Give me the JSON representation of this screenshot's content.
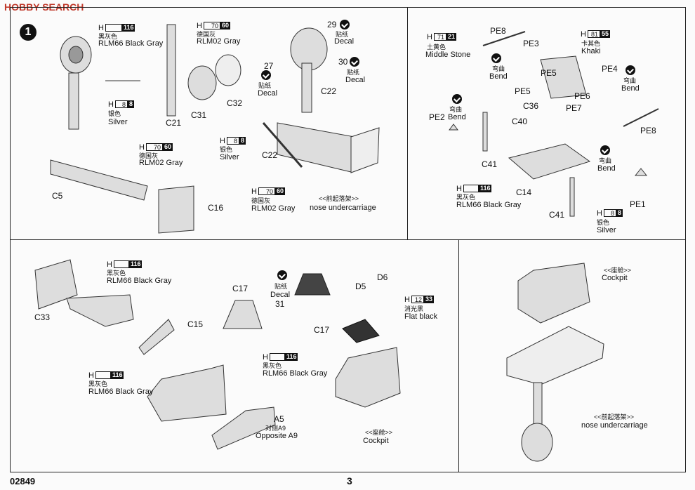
{
  "header": {
    "watermark": "HOBBY SEARCH",
    "step_number": "1"
  },
  "footer": {
    "code": "02849",
    "page": "3"
  },
  "panel1": {
    "paint_black_gray": {
      "h": "H",
      "num": "",
      "code": "116",
      "cn": "黑灰色",
      "en": "RLM66 Black Gray"
    },
    "paint_grey_a": {
      "h": "H",
      "num": "70",
      "code": "60",
      "cn": "德国灰",
      "en": "RLM02 Gray"
    },
    "paint_silver": {
      "h": "H",
      "num": "8",
      "code": "8",
      "cn": "银色",
      "en": "Silver"
    },
    "paint_grey_b": {
      "h": "H",
      "num": "70",
      "code": "60",
      "cn": "德国灰",
      "en": "RLM02 Gray"
    },
    "parts": {
      "c21": "C21",
      "c31": "C31",
      "c32": "C32",
      "c5": "C5",
      "c16": "C16"
    }
  },
  "panel2": {
    "decal_29": {
      "num": "29",
      "cn": "贴纸",
      "en": "Decal"
    },
    "decal_27": {
      "num": "27",
      "cn": "贴纸",
      "en": "Decal"
    },
    "decal_30": {
      "num": "30",
      "cn": "贴纸",
      "en": "Decal"
    },
    "paint_silver": {
      "h": "H",
      "num": "8",
      "code": "8",
      "cn": "银色",
      "en": "Silver"
    },
    "paint_grey": {
      "h": "H",
      "num": "70",
      "code": "60",
      "cn": "德国灰",
      "en": "RLM02 Gray"
    },
    "parts": {
      "c22a": "C22",
      "c22b": "C22"
    },
    "caption_cn": "<<前起落架>>",
    "caption_en": "nose undercarriage"
  },
  "panel3": {
    "paint_stone": {
      "h": "H",
      "num": "71",
      "code": "21",
      "cn": "土黄色",
      "en": "Middle Stone"
    },
    "paint_khaki": {
      "h": "H",
      "num": "81",
      "code": "55",
      "cn": "卡其色",
      "en": "Khaki"
    },
    "paint_black_gray": {
      "h": "H",
      "num": "",
      "code": "116",
      "cn": "黑灰色",
      "en": "RLM66 Black Gray"
    },
    "paint_silver": {
      "h": "H",
      "num": "8",
      "code": "8",
      "cn": "银色",
      "en": "Silver"
    },
    "bend_cn": "弯曲",
    "bend_en": "Bend",
    "parts": {
      "pe8a": "PE8",
      "pe3": "PE3",
      "pe5a": "PE5",
      "pe5b": "PE5",
      "pe4": "PE4",
      "pe6": "PE6",
      "pe7": "PE7",
      "c36": "C36",
      "pe2": "PE2",
      "c40": "C40",
      "pe8b": "PE8",
      "c41a": "C41",
      "c14": "C14",
      "c41b": "C41",
      "pe1": "PE1"
    }
  },
  "panel4": {
    "paint_black_gray_1": {
      "h": "H",
      "num": "",
      "code": "116",
      "cn": "黑灰色",
      "en": "RLM66 Black Gray"
    },
    "paint_black_gray_2": {
      "h": "H",
      "num": "",
      "code": "116",
      "cn": "黑灰色",
      "en": "RLM66 Black Gray"
    },
    "paint_black_gray_3": {
      "h": "H",
      "num": "",
      "code": "116",
      "cn": "黑灰色",
      "en": "RLM66 Black Gray"
    },
    "paint_flat_black": {
      "h": "H",
      "num": "12",
      "code": "33",
      "cn": "消光黑",
      "en": "Flat black"
    },
    "decal_31": {
      "num": "31",
      "cn": "贴纸",
      "en": "Decal"
    },
    "parts": {
      "c33": "C33",
      "c15": "C15",
      "c17a": "C17",
      "c17b": "C17",
      "d5": "D5",
      "d6": "D6",
      "a5": "A5"
    },
    "opposite_cn": "对侧A9",
    "opposite_en": "Opposite A9",
    "caption_cn": "<<座舱>>",
    "caption_en": "Cockpit"
  },
  "panel5": {
    "cockpit_cn": "<<座舱>>",
    "cockpit_en": "Cockpit",
    "nose_cn": "<<前起落架>>",
    "nose_en": "nose undercarriage"
  }
}
